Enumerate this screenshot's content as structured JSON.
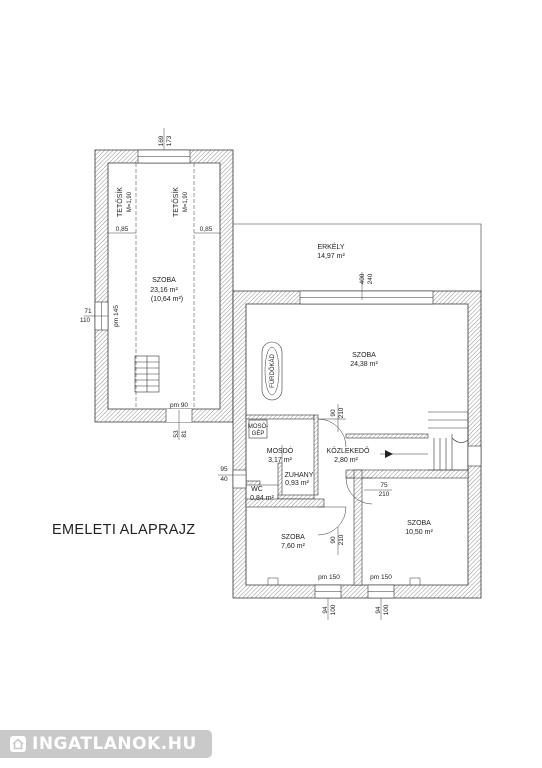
{
  "title": "EMELETI ALAPRAJZ",
  "logo": {
    "text": "INGATLANOK.HU",
    "icon": "house-icon"
  },
  "rooms": {
    "attic": {
      "name": "SZOBA",
      "area": "23,16 m²",
      "sub": "(10,64 m²)"
    },
    "balcony": {
      "name": "ERKÉLY",
      "area": "14,97 m²"
    },
    "living": {
      "name": "SZOBA",
      "area": "24,38 m²"
    },
    "bath": {
      "name": "MOSDÓ",
      "area": "3,17 m²"
    },
    "corridor": {
      "name": "KÖZLEKEDŐ",
      "area": "2,80 m²"
    },
    "shower": {
      "name": "ZUHANY",
      "area": "0,93 m²"
    },
    "wc": {
      "name": "WC",
      "area": "0,84 m²"
    },
    "room_left": {
      "name": "SZOBA",
      "area": "7,60 m²"
    },
    "room_right": {
      "name": "SZOBA",
      "area": "10,50 m²"
    }
  },
  "labels": {
    "roof_edge": "TETŐSÍK",
    "roof_height": "M=1,90",
    "tub": "FÜRDŐKÁD",
    "washer_1": "MOSÓ-",
    "washer_2": "GÉP"
  },
  "dims": {
    "d169": "169",
    "d173": "173",
    "d085": "0,85",
    "d400": "400",
    "d240": "240",
    "d71": "71",
    "d110": "110",
    "pm145": "pm 145",
    "pm90": "pm 90",
    "d53": "53",
    "d81": "81",
    "d90": "90",
    "d210": "210",
    "d95": "95",
    "d40": "40",
    "d75": "75",
    "pm150": "pm 150",
    "d94": "94",
    "d100": "100"
  }
}
